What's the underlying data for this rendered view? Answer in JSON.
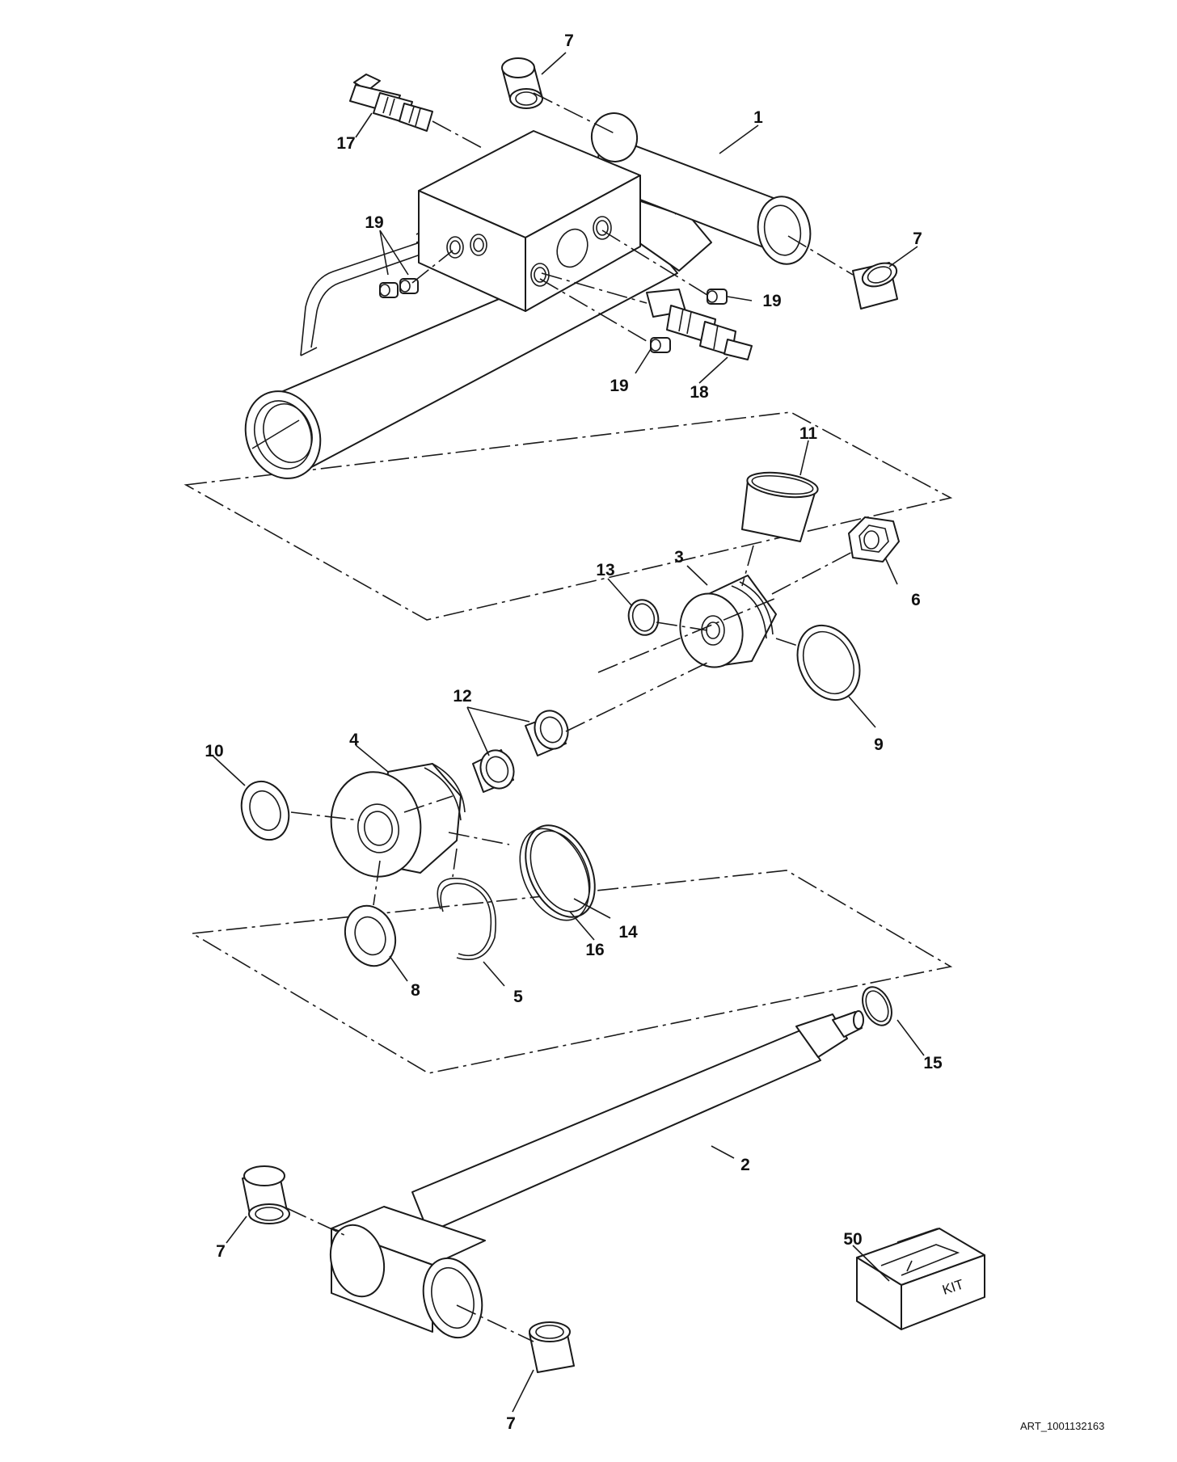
{
  "callouts": {
    "c1": "1",
    "c2": "2",
    "c3": "3",
    "c4": "4",
    "c5": "5",
    "c6": "6",
    "c7": "7",
    "c8": "8",
    "c9": "9",
    "c10": "10",
    "c11": "11",
    "c12": "12",
    "c13": "13",
    "c14": "14",
    "c15": "15",
    "c16": "16",
    "c17": "17",
    "c18": "18",
    "c19": "19",
    "c50": "50"
  },
  "kit_label": "KIT",
  "art_code": "ART_1001132163",
  "colors": {
    "line": "#1a1a1a",
    "background": "#ffffff"
  }
}
